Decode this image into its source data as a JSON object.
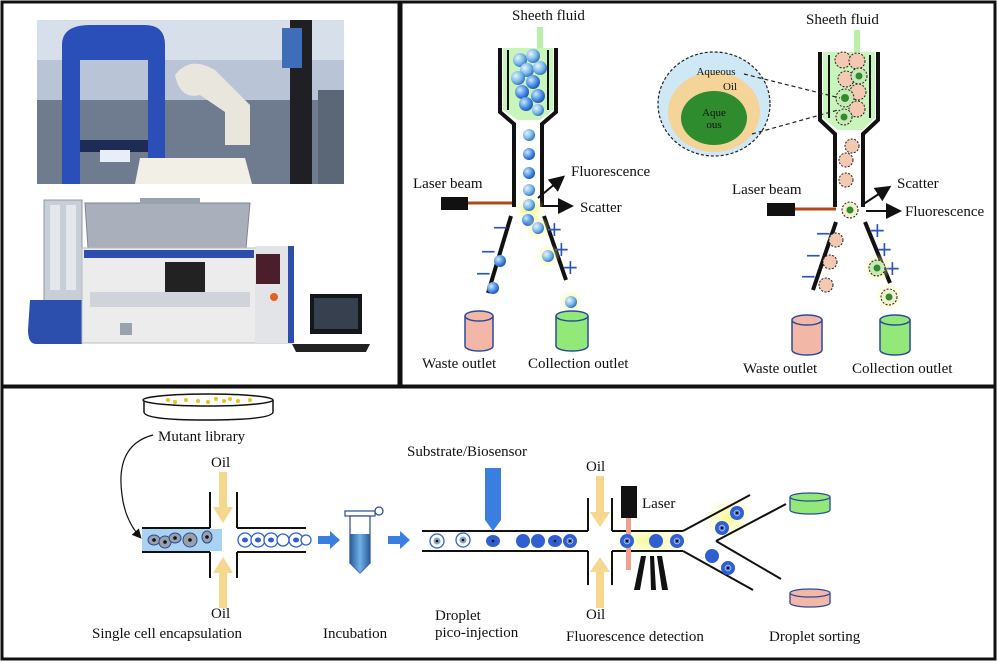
{
  "panels": {
    "equipment": {
      "photo_top": "robotic-workstation-photo",
      "photo_bottom": "droplet-sorting-instrument-photo"
    },
    "facs_cells": {
      "sheath_label": "Sheeth fluid",
      "laser_label": "Laser beam",
      "fluorescence_label": "Fluorescence",
      "scatter_label": "Scatter",
      "waste_label": "Waste outlet",
      "collection_label": "Collection outlet",
      "minus_sign": "−",
      "plus_sign": "+"
    },
    "facs_droplets": {
      "sheath_label": "Sheeth fluid",
      "laser_label": "Laser beam",
      "scatter_label": "Scatter",
      "fluorescence_label": "Fluorescence",
      "waste_label": "Waste outlet",
      "collection_label": "Collection outlet",
      "inset_outer_label": "Aqueous",
      "inset_middle_label": "Oil",
      "inset_inner_label_1": "Aque",
      "inset_inner_label_2": "ous",
      "minus_sign": "−",
      "plus_sign": "+"
    },
    "microfluidic": {
      "library_label": "Mutant library",
      "oil_top_1": "Oil",
      "oil_bottom_1": "Oil",
      "encapsulation_label": "Single cell encapsulation",
      "incubation_label": "Incubation",
      "substrate_label": "Substrate/Biosensor",
      "pico_label_1": "Droplet",
      "pico_label_2": "pico-injection",
      "oil_top_2": "Oil",
      "oil_bottom_2": "Oil",
      "laser_label": "Laser",
      "detection_label": "Fluorescence detection",
      "sorting_label": "Droplet sorting"
    }
  },
  "colors": {
    "border": "#111111",
    "sheath_green": "#b8f0a8",
    "cell_blue": "#2f6fd6",
    "cell_light": "#7fb8e6",
    "waste_pink": "#f3b7a8",
    "collection_green": "#93e87a",
    "oil_yellow": "#f5d78e",
    "channel_blue": "#a9d3f2",
    "laser_orange": "#b5461a",
    "glow_yellow": "#f2f58a",
    "droplet_dark_green": "#2e8b2e"
  }
}
